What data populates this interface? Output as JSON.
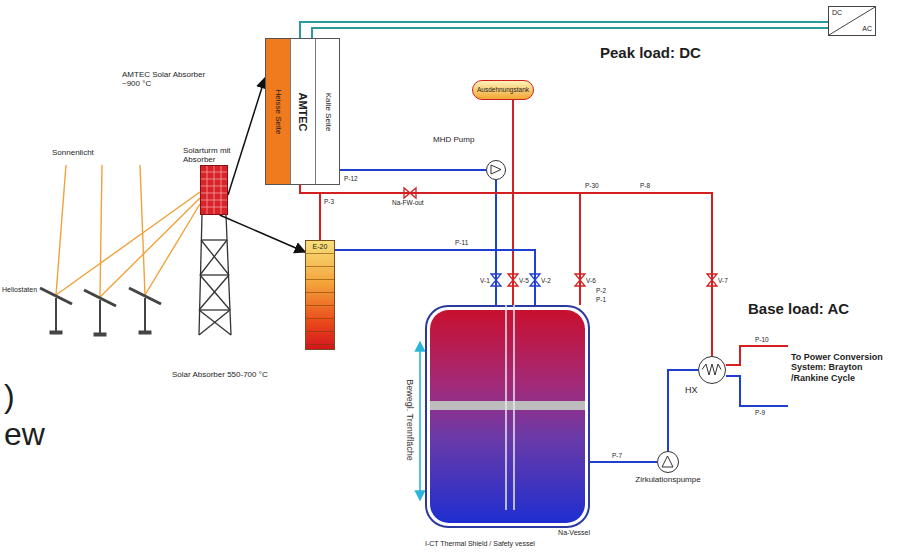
{
  "diagram": {
    "nodes": [
      {
        "text": [
          "Heisse Seite",
          "AMTEC",
          "Kalte Seite"
        ]
      },
      {
        "text": [
          "Solarturm mit Absorber"
        ]
      },
      {
        "text": [
          "DC",
          "AC"
        ]
      },
      {
        "text": [
          "Ausdehnungstank"
        ]
      },
      {
        "text": [
          "MHD Pump"
        ]
      },
      {
        "text": [
          "E-20"
        ]
      },
      {
        "text": [
          "Na-Vessel",
          "I-CT Thermal Shield / Safety vessel"
        ]
      },
      {
        "text": [
          "Zirkulationspumpe"
        ]
      },
      {
        "text": [
          "HX"
        ]
      }
    ],
    "edges": [
      {
        "from": 1,
        "to": 0,
        "arrow": "to"
      },
      {
        "from": 1,
        "to": 5,
        "arrow": "to"
      },
      {
        "from": 0,
        "to": 2,
        "arrow": "none"
      },
      {
        "from": 0,
        "to": 4,
        "arrow": "none"
      },
      {
        "from": 4,
        "to": 6,
        "arrow": "none"
      },
      {
        "from": 3,
        "to": 6,
        "arrow": "none"
      },
      {
        "from": 5,
        "to": 6,
        "arrow": "none"
      },
      {
        "from": 5,
        "to": 8,
        "arrow": "none"
      },
      {
        "from": 6,
        "to": 8,
        "arrow": "none"
      },
      {
        "from": 6,
        "to": 7,
        "arrow": "none"
      },
      {
        "from": 7,
        "to": 8,
        "arrow": "none"
      }
    ],
    "labels": [
      "AMTEC Solar Absorber ~900 °C",
      "Sonnenlicht",
      "Heliostaten",
      "Peak load: DC",
      "Base load: AC",
      "Solar Absorber 550-700 °C",
      "To Power Conversion System: Brayton /Rankine Cycle",
      "Bewegl. Trennfläche",
      "Na-FW-out",
      "P-12",
      "P-3",
      "P-11",
      "P-30",
      "P-8",
      "V-1",
      "V-5",
      "V-2",
      "V-6",
      "V-7",
      "P-2",
      "P-1",
      "P-7",
      "P-10",
      "P-9",
      ")",
      "ew"
    ]
  }
}
